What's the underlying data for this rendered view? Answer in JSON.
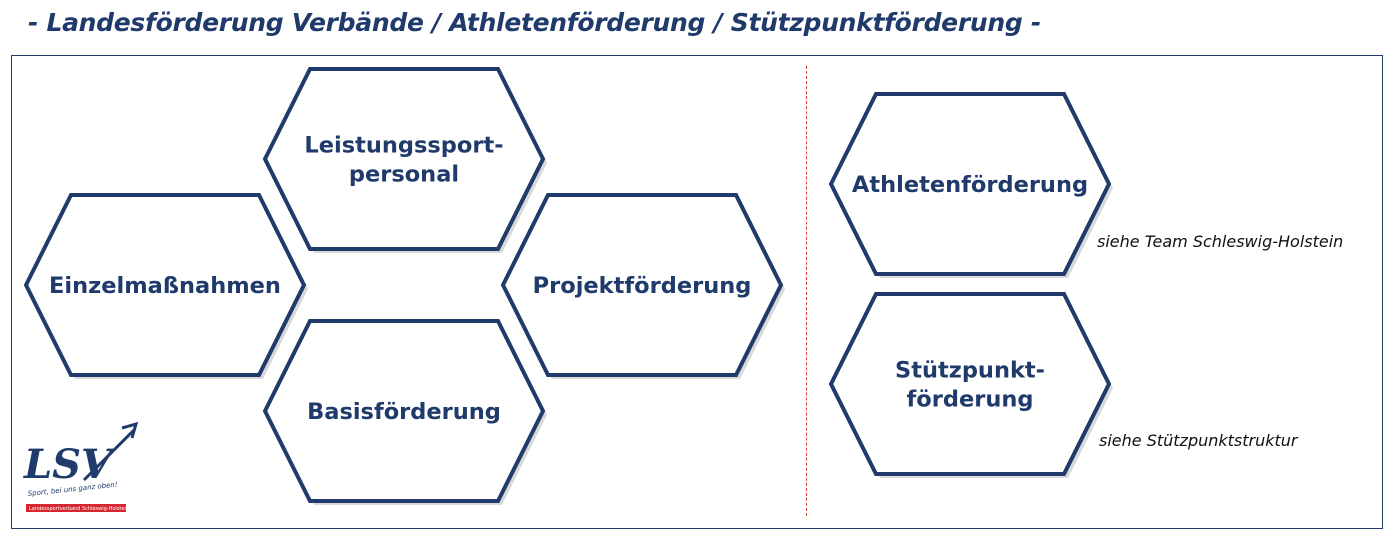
{
  "title": "- Landesförderung Verbände / Athletenförderung / Stützpunktförderung -",
  "hexagons": [
    {
      "id": "leistungssportpersonal",
      "lines": [
        "Leistungssport-",
        "personal"
      ]
    },
    {
      "id": "einzelmassnahmen",
      "lines": [
        "Einzelmaßnahmen"
      ]
    },
    {
      "id": "projektfoerderung",
      "lines": [
        "Projektförderung"
      ]
    },
    {
      "id": "basisfoerderung",
      "lines": [
        "Basisförderung"
      ]
    },
    {
      "id": "athletenfoerderung",
      "lines": [
        "Athletenförderung"
      ]
    },
    {
      "id": "stuetzpunktfoerderung",
      "lines": [
        "Stützpunkt-",
        "förderung"
      ]
    }
  ],
  "notes": {
    "athleten": "siehe Team Schleswig-Holstein",
    "stuetzpunkt": "siehe Stützpunktstruktur"
  },
  "logo": {
    "letters": "LSV",
    "slogan": "Sport, bei uns ganz oben!",
    "band": "Landessportverband Schleswig-Holstein"
  },
  "colors": {
    "primary": "#1f3a6b",
    "divider": "#d9443d",
    "brand_red": "#d6262f"
  }
}
